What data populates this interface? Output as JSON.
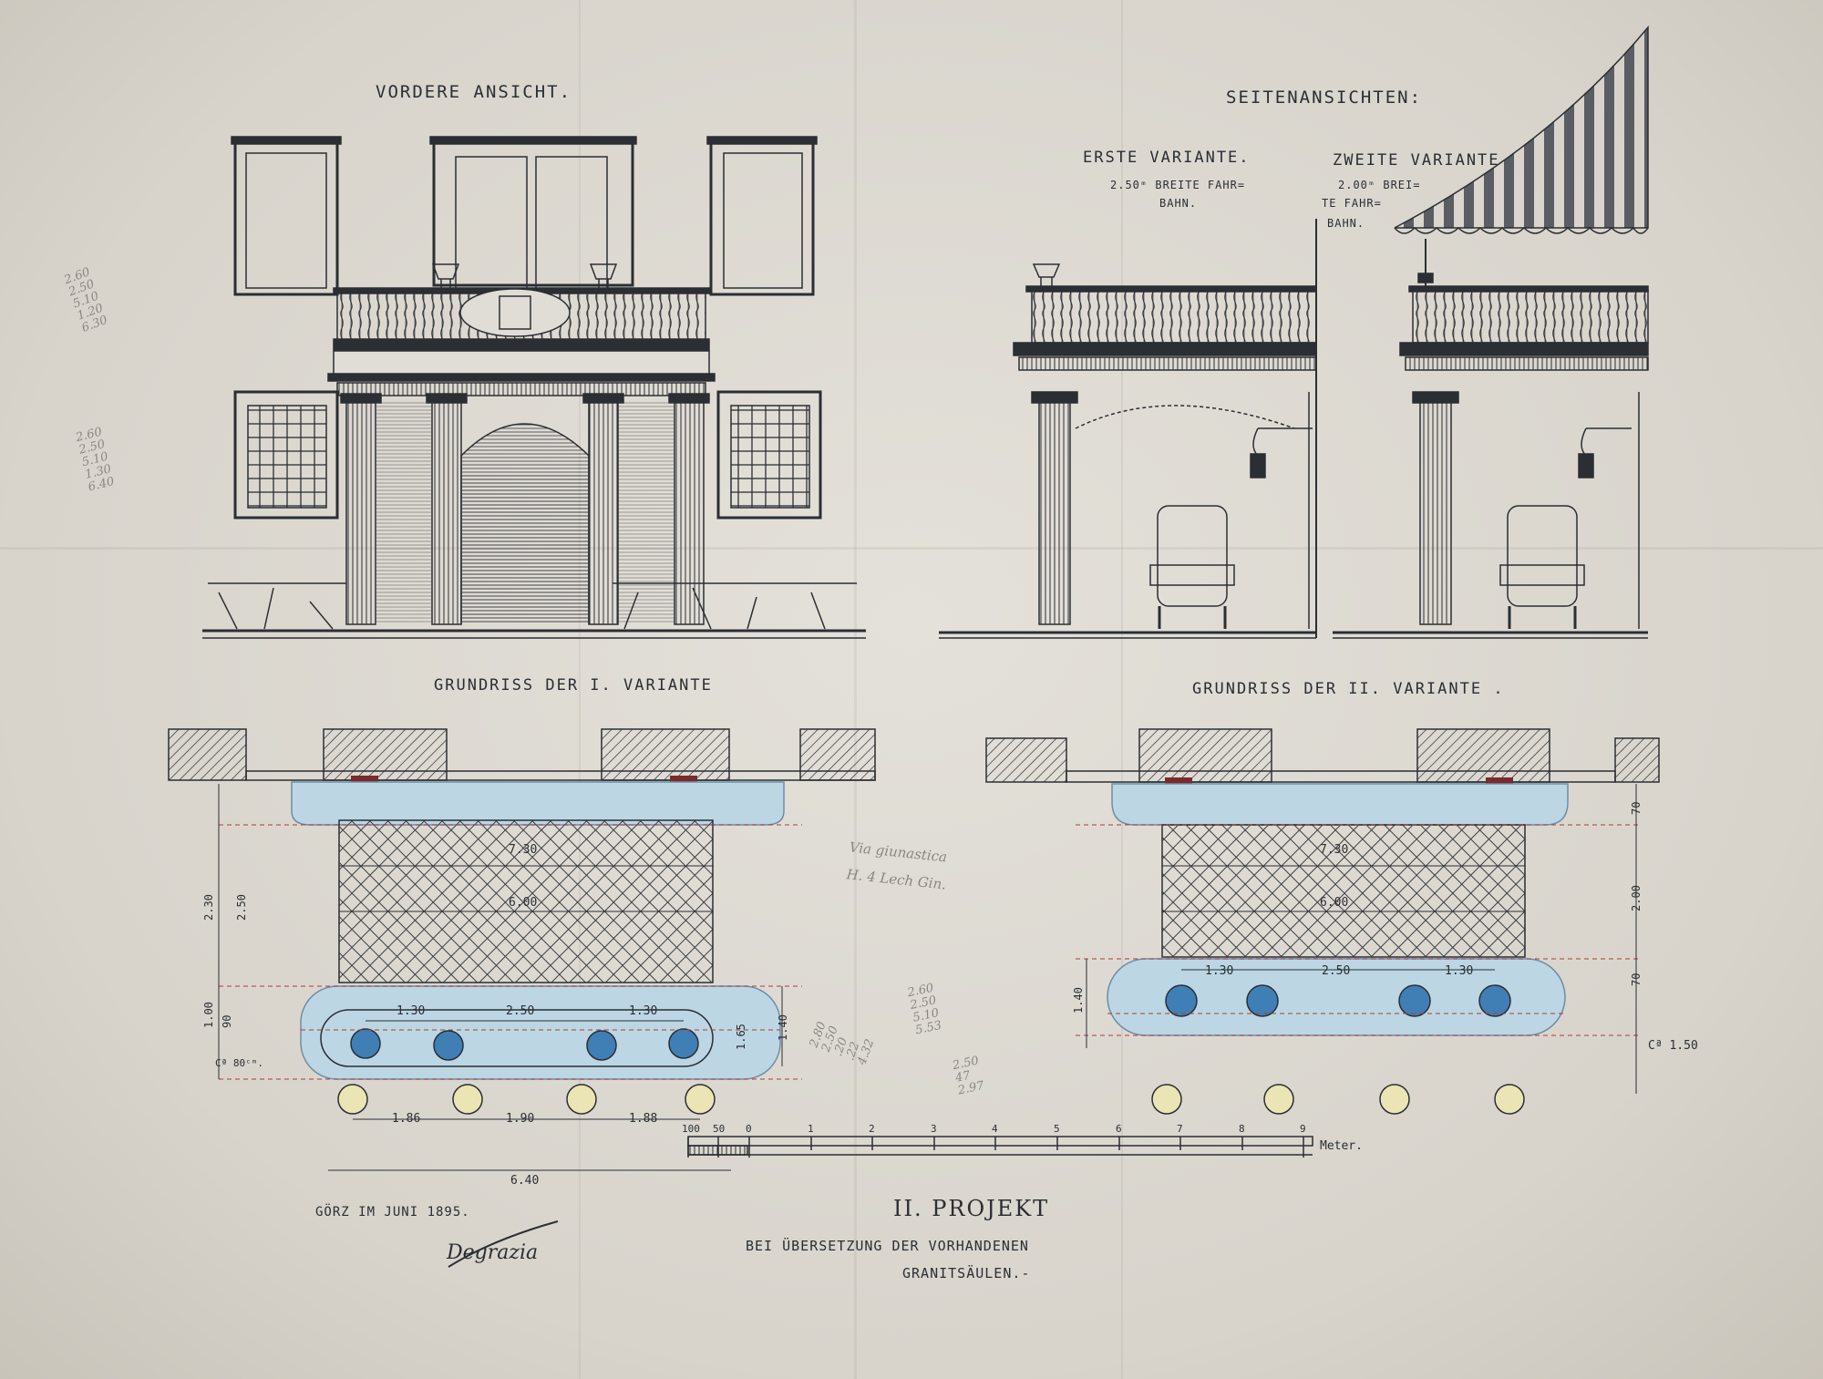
{
  "titles": {
    "front_view": "VORDERE ANSICHT.",
    "side_views": "SEITENANSICHTEN:",
    "variant1": "ERSTE VARIANTE.",
    "variant1_note_a": "2.50ᵐ BREITE FAHR=",
    "variant1_note_b": "BAHN.",
    "variant2": "ZWEITE VARIANTE",
    "variant2_note_a": "2.00ᵐ BREI=",
    "variant2_note_b": "TE FAHR=",
    "variant2_note_c": "BAHN.",
    "plan1": "GRUNDRISS DER I. VARIANTE",
    "plan2": "GRUNDRISS DER II. VARIANTE ."
  },
  "footer": {
    "place_date": "GÖRZ IM JUNI 1895.",
    "signature": "Degrazia",
    "project": "II. PROJEKT",
    "subtitle_a": "BEI ÜBERSETZUNG DER VORHANDENEN",
    "subtitle_b": "GRANITSÄULEN.-"
  },
  "scale": {
    "labels": [
      "100",
      "50",
      "0",
      "1",
      "2",
      "3",
      "4",
      "5",
      "6",
      "7",
      "8",
      "9"
    ],
    "unit": "Meter."
  },
  "plan1_dims": {
    "width_top": "7.30",
    "width_inner": "6.00",
    "spacing": [
      "1.30",
      "2.50",
      "1.30"
    ],
    "base_spacing": [
      "1.86",
      "1.90",
      "1.88"
    ],
    "overall": "6.40",
    "right_a": "1.65",
    "right_b": "1.40",
    "left_a": "2.30",
    "left_b": "2.50",
    "left_c": "1.00",
    "left_d": "90",
    "depth": "Cª 80ᶜᵐ."
  },
  "plan2_dims": {
    "width_top": "7.30",
    "width_inner": "6.00",
    "spacing": [
      "1.30",
      "2.50",
      "1.30"
    ],
    "right_a": "70",
    "right_b": "2.00",
    "right_c": "70",
    "right_d": "Cª 1.50",
    "left": "1.40"
  },
  "pencil_note": "Via giunastica\nH. 4 Lech Gin.",
  "pencil_sums": [
    "2.60\n2.50\n5.10\n1.20\n6.30",
    "2.60\n2.50\n5.10\n1.30\n6.40",
    "2.80\n2.50\n.20\n.22\n4.32",
    "2.60\n2.50\n5.10\n5.53",
    "2.50\n47\n2.97"
  ],
  "colors": {
    "ink": "#2b2e33",
    "wash_blue": "#bcd6e4",
    "column_blue": "#3f7fb6",
    "granite_yellow": "#ebe4b4",
    "red_dim": "#b03a3a",
    "paper": "#e0ddd6"
  }
}
